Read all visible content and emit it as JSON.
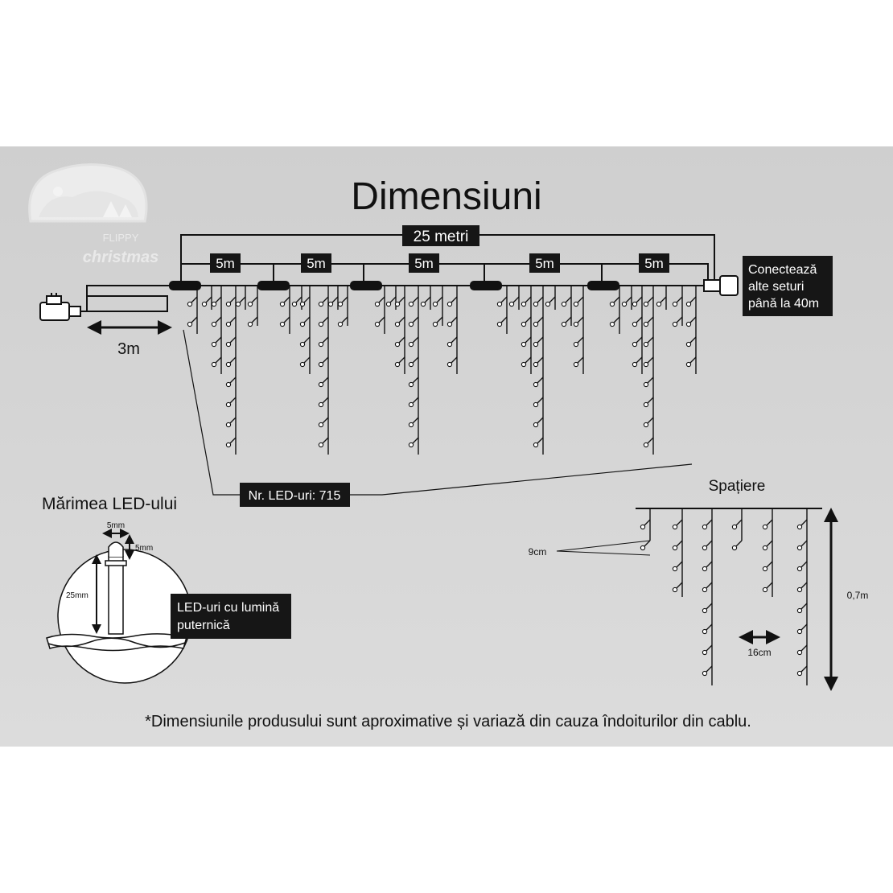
{
  "title": "Dimensiuni",
  "brand": {
    "line1": "FLIPPY",
    "line2": "christmas"
  },
  "total_length": "25 metri",
  "segments": [
    "5m",
    "5m",
    "5m",
    "5m",
    "5m"
  ],
  "lead_cable": "3m",
  "connect_note": [
    "Conectează",
    "alte seturi",
    "până la 40m"
  ],
  "led_count": "Nr. LED-uri: 715",
  "led_size": {
    "heading": "Mărimea LED-ului",
    "width": "5mm",
    "cap": "5mm",
    "height": "25mm",
    "note": [
      "LED-uri cu lumină",
      "puternică"
    ]
  },
  "spacing": {
    "heading": "Spațiere",
    "drop_spacing": "9cm",
    "strand_spacing": "16cm",
    "max_drop": "0,7m"
  },
  "footnote": "*Dimensiunile produsului sunt aproximative și variază din cauza îndoiturilor din cablu.",
  "colors": {
    "panel": "#d6d6d6",
    "ink": "#111111",
    "label_bg": "#161616",
    "label_text": "#ffffff"
  }
}
